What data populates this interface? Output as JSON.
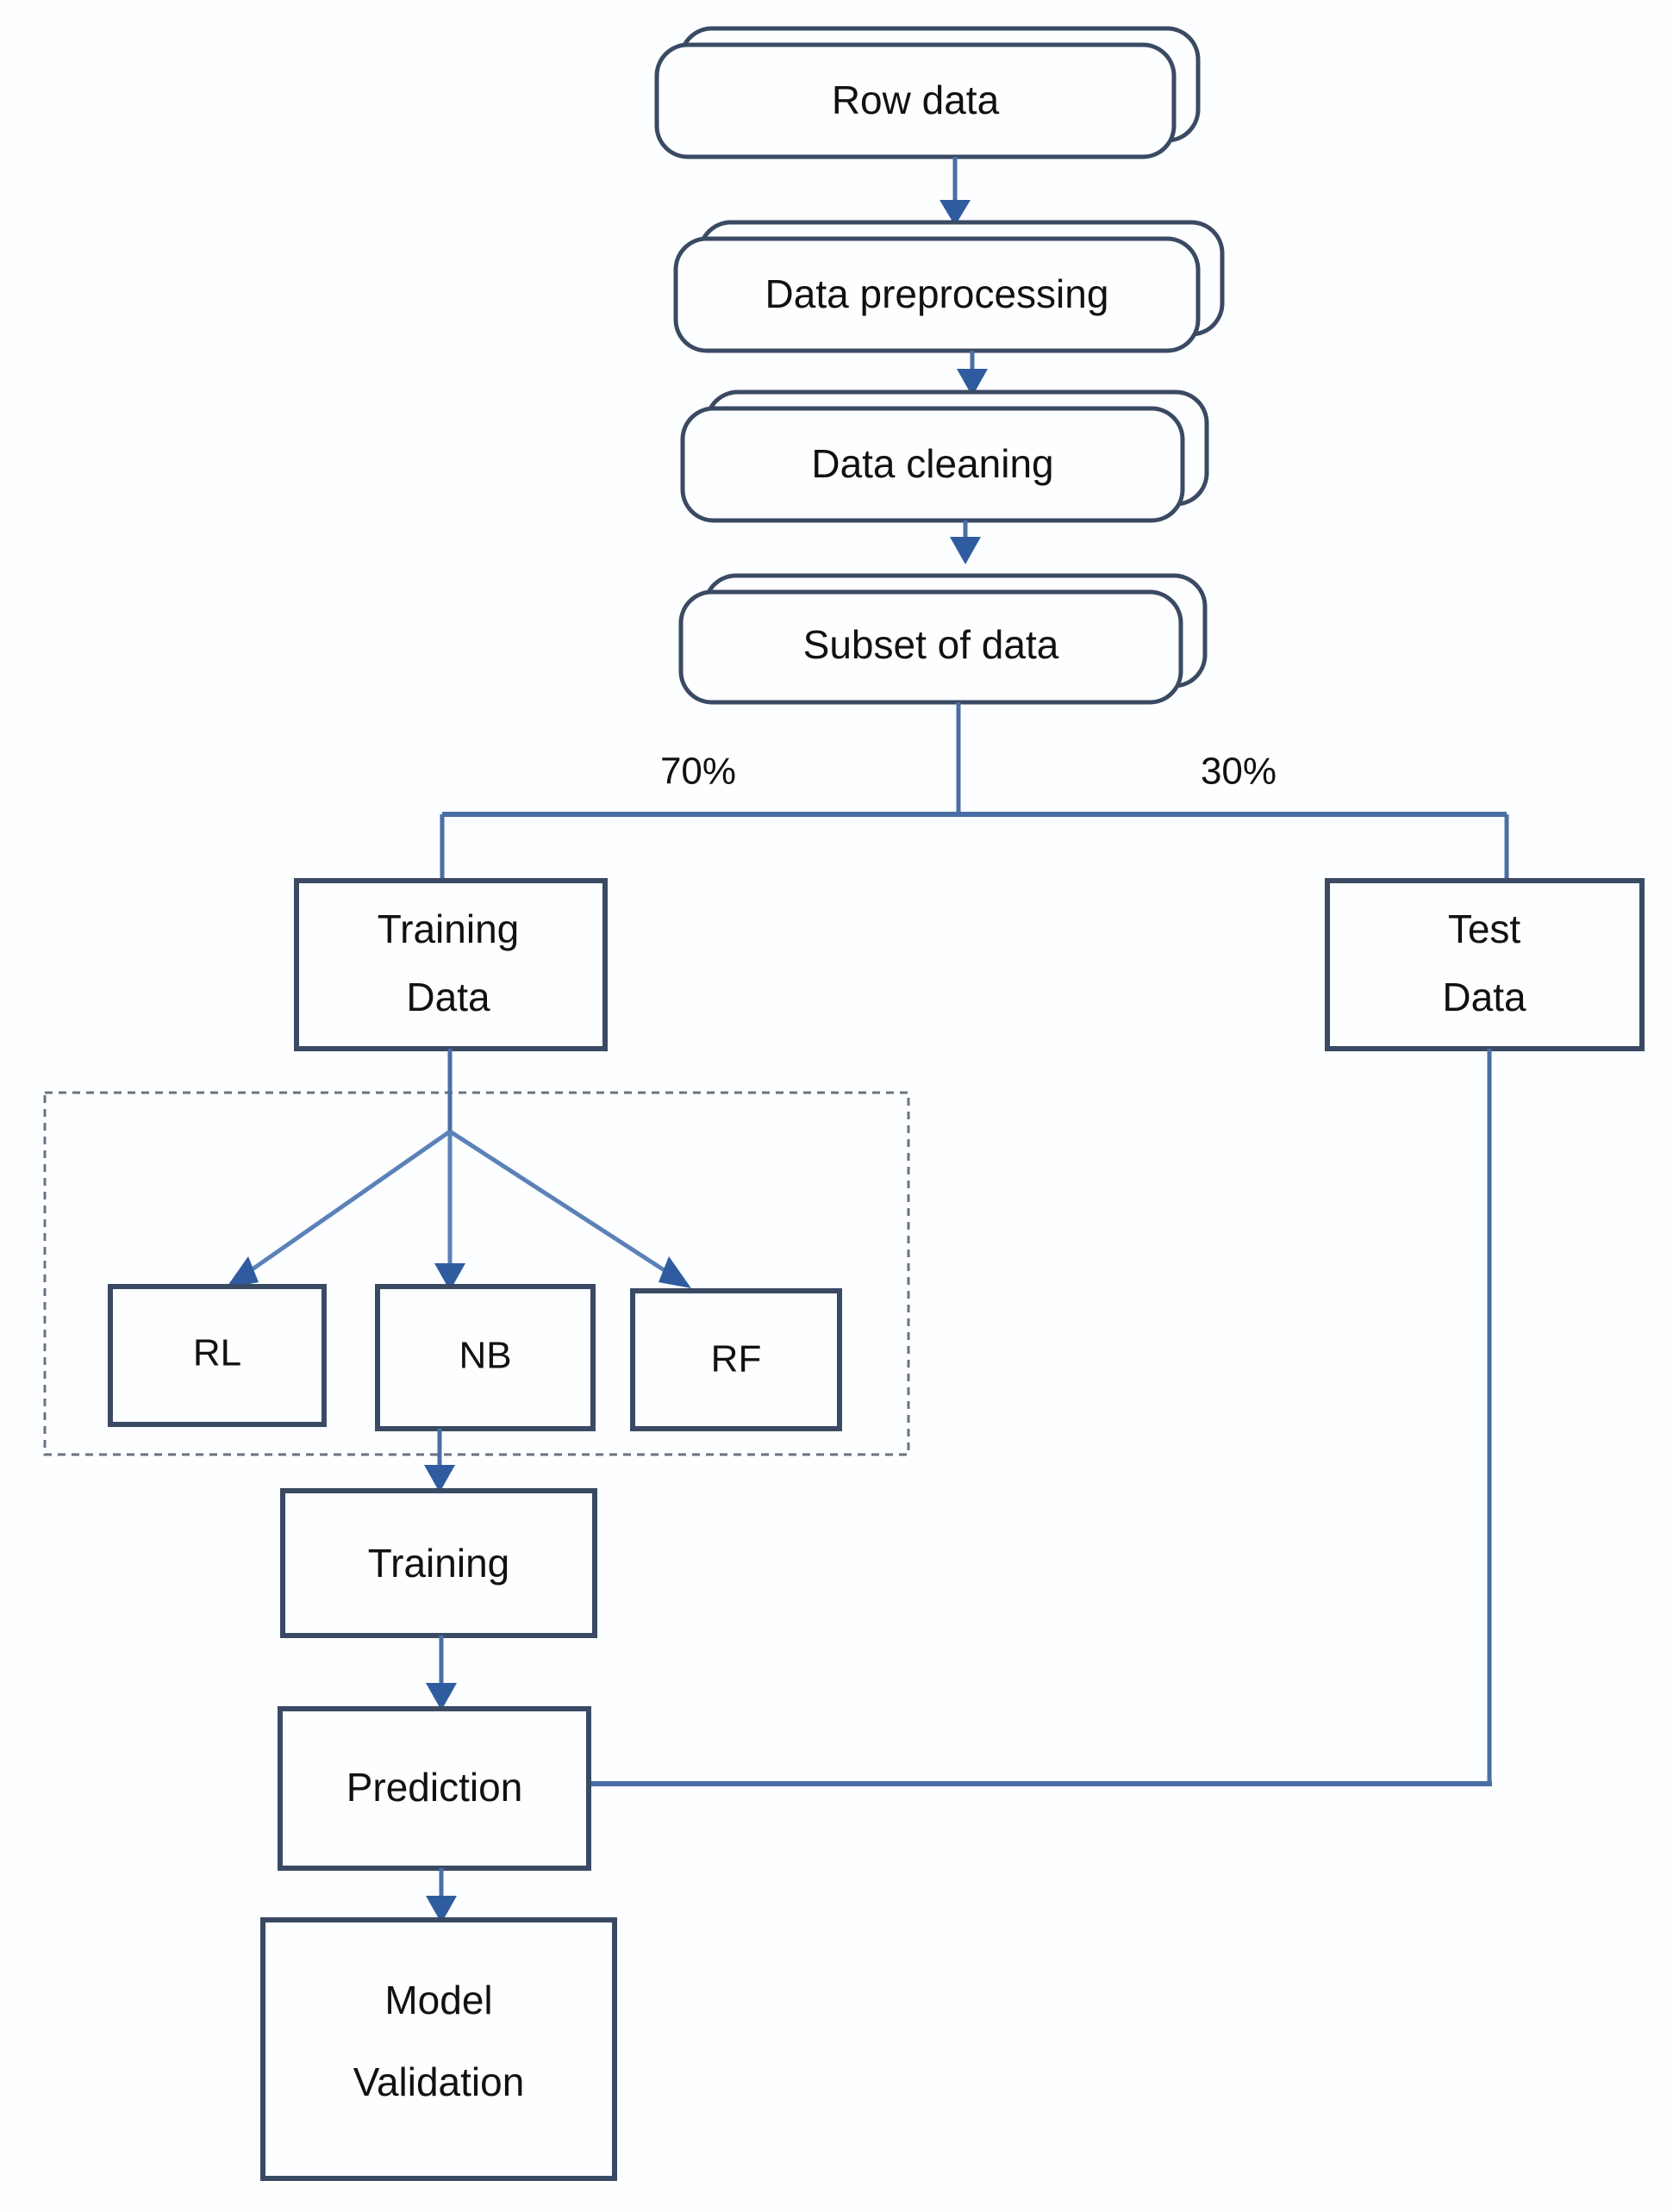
{
  "diagram": {
    "title": "Machine learning workflow flowchart",
    "colors": {
      "box_border": "#3a4a63",
      "connector": "#4a6fa5",
      "arrowhead": "#2f5c9e",
      "dashed_group": "#6b7280",
      "background": "#fdfeff",
      "text": "#111111"
    },
    "nodes": {
      "row_data": "Row data",
      "data_preprocessing": "Data preprocessing",
      "data_cleaning": "Data cleaning",
      "subset_of_data": "Subset of data",
      "training_data_line1": "Training",
      "training_data_line2": "Data",
      "test_data_line1": "Test",
      "test_data_line2": "Data",
      "model_rl": "RL",
      "model_nb": "NB",
      "model_rf": "RF",
      "training": "Training",
      "prediction": "Prediction",
      "model_validation_line1": "Model",
      "model_validation_line2": "Validation"
    },
    "edge_labels": {
      "split_left": "70%",
      "split_right": "30%"
    },
    "flow": [
      {
        "from": "row_data",
        "to": "data_preprocessing",
        "label": ""
      },
      {
        "from": "data_preprocessing",
        "to": "data_cleaning",
        "label": ""
      },
      {
        "from": "data_cleaning",
        "to": "subset_of_data",
        "label": ""
      },
      {
        "from": "subset_of_data",
        "to": "training_data",
        "label": "70%"
      },
      {
        "from": "subset_of_data",
        "to": "test_data",
        "label": "30%"
      },
      {
        "from": "training_data",
        "to": "model_rl",
        "label": ""
      },
      {
        "from": "training_data",
        "to": "model_nb",
        "label": ""
      },
      {
        "from": "training_data",
        "to": "model_rf",
        "label": ""
      },
      {
        "from": "models_group",
        "to": "training",
        "label": ""
      },
      {
        "from": "training",
        "to": "prediction",
        "label": ""
      },
      {
        "from": "test_data",
        "to": "prediction",
        "label": ""
      },
      {
        "from": "prediction",
        "to": "model_validation",
        "label": ""
      }
    ]
  }
}
